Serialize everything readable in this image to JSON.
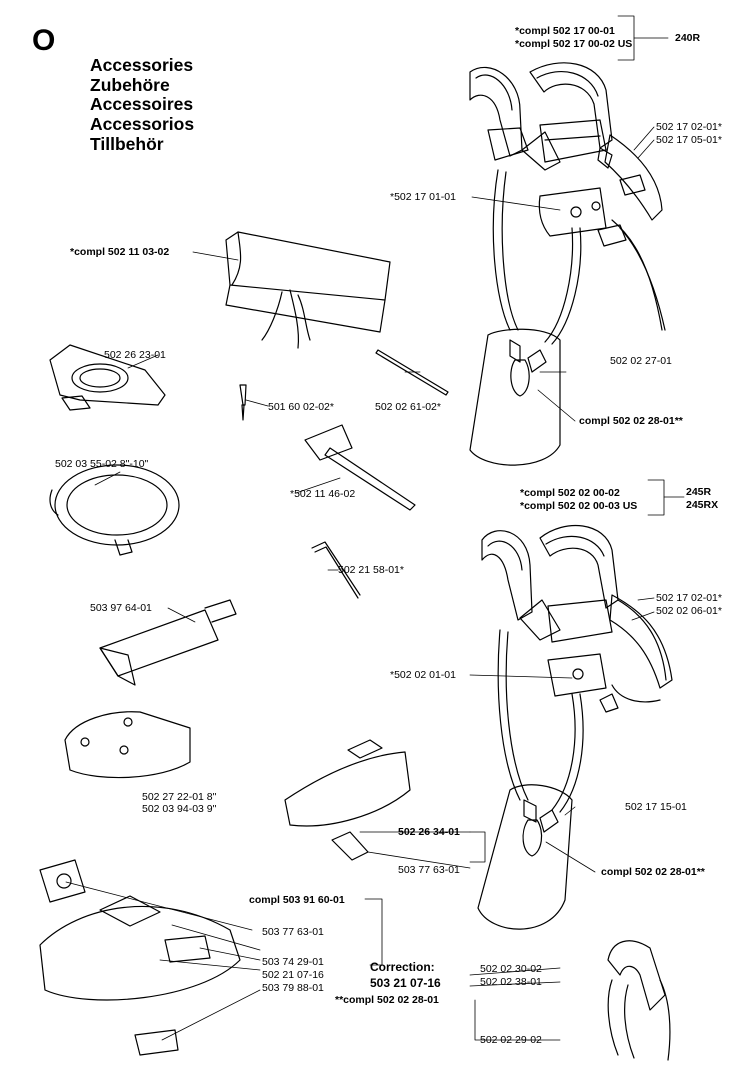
{
  "section_letter": "O",
  "titles": [
    "Accessories",
    "Zubehöre",
    "Accessoires",
    "Accessorios",
    "Tillbehör"
  ],
  "labels": {
    "compl_240r_1": "*compl 502 17 00-01",
    "compl_240r_2": "*compl 502 17 00-02 US",
    "model_240r": "240R",
    "p_50217_02_01_top": "502 17 02-01*",
    "p_50217_05_01": "502 17 05-01*",
    "p_50217_01_01": "*502 17 01-01",
    "compl_50211_03_02": "*compl 502 11 03-02",
    "p_50226_23_01": "502 26 23-01",
    "p_50160_02_02": "501 60 02-02*",
    "p_50202_61_02": "502 02 61-02*",
    "p_50202_27_01": "502 02 27-01",
    "compl_50202_28_01_top": "compl 502 02 28-01**",
    "p_50203_55_02": "502 03 55-02 8\"-10\"",
    "p_50211_46_02": "*502 11 46-02",
    "compl_245_1": "*compl 502 02 00-02",
    "compl_245_2": "*compl 502 02 00-03 US",
    "model_245r": "245R",
    "model_245rx": "245RX",
    "p_50221_58_01": "502 21 58-01*",
    "p_50217_02_01_mid": "502 17 02-01*",
    "p_50202_06_01": "502 02 06-01*",
    "p_50397_64_01": "503 97 64-01",
    "p_50202_01_01": "*502 02 01-01",
    "p_50227_22_01": "502 27 22-01 8\"",
    "p_50203_94_03": "502 03 94-03 9\"",
    "p_50217_15_01": "502 17 15-01",
    "p_50226_34_01": "502 26 34-01",
    "compl_50202_28_01_mid": "compl 502 02 28-01**",
    "p_50377_63_01_a": "503 77 63-01",
    "compl_50391_60_01": "compl 503 91 60-01",
    "p_50377_63_01_b": "503 77 63-01",
    "p_50374_29_01": "503 74 29-01",
    "p_50221_07_16": "502 21 07-16",
    "p_50379_88_01": "503 79 88-01",
    "correction_1": "Correction:",
    "correction_2": "503 21 07-16",
    "p_50202_30_02": "502 02 30-02",
    "p_50202_38_01": "502 02 38-01",
    "compl_50202_28_01_bot": "**compl 502 02 28-01",
    "p_50202_29_02": "502 02 29-02"
  }
}
